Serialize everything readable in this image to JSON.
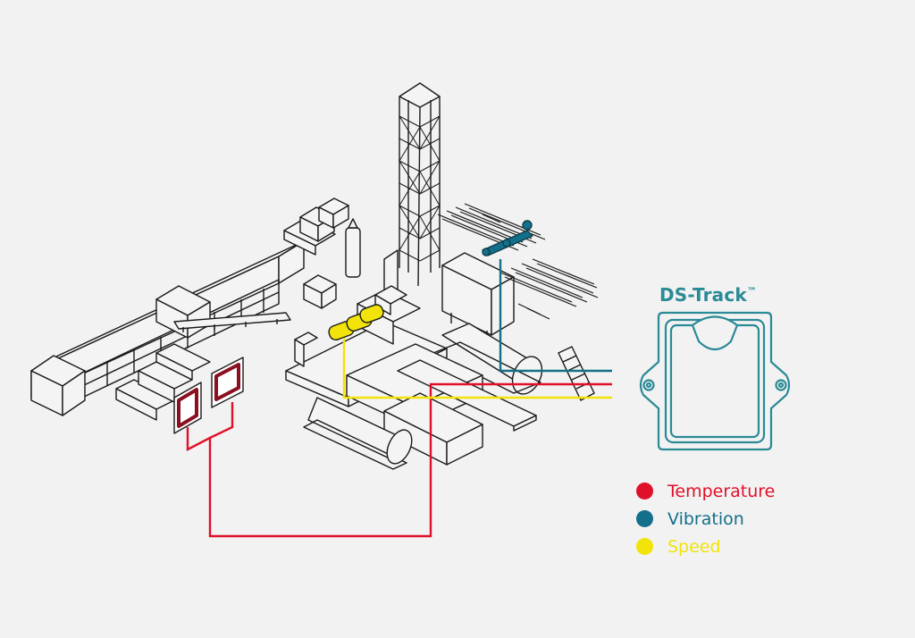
{
  "device": {
    "name": "DS-Track",
    "trademark": "™",
    "color": "#2a8a96"
  },
  "legend": [
    {
      "label": "Temperature",
      "color": "#e0102a"
    },
    {
      "label": "Vibration",
      "color": "#146f8a"
    },
    {
      "label": "Speed",
      "color": "#f2e30a"
    }
  ],
  "colors": {
    "background": "#f2f2f2",
    "linework": "#1a1a1a",
    "temperature": "#e0102a",
    "vibration": "#146f8a",
    "speed": "#f2e30a",
    "sensor_frame": "#8a1020"
  }
}
